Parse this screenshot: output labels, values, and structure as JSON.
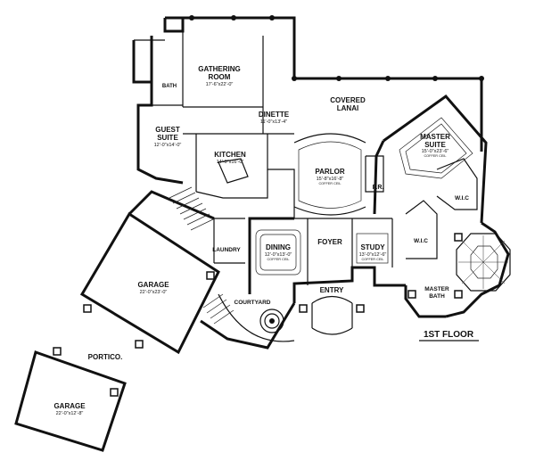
{
  "floor_label": "1ST FLOOR",
  "rooms": {
    "gathering": {
      "name_line1": "GATHERING",
      "name_line2": "ROOM",
      "dims": "17'-6\"x22'-0\""
    },
    "bath": {
      "name": "BATH"
    },
    "guest_suite": {
      "name_line1": "GUEST",
      "name_line2": "SUITE",
      "dims": "12'-0\"x14'-0\""
    },
    "dinette": {
      "name": "DINETTE",
      "dims": "11'-0\"x13'-4\""
    },
    "covered_lanai": {
      "name_line1": "COVERED",
      "name_line2": "LANAI"
    },
    "master_suite": {
      "name_line1": "MASTER",
      "name_line2": "SUITE",
      "dims": "15'-0\"x23'-6\"",
      "note": "COFFER CEIL"
    },
    "kitchen": {
      "name": "KITCHEN",
      "dims": "14'-0\"x16'-0\""
    },
    "parlor": {
      "name": "PARLOR",
      "dims": "15'-8\"x16'-8\"",
      "note": "COFFER CEIL"
    },
    "powder": {
      "name": "P.R."
    },
    "wic_upper": {
      "name": "W.I.C"
    },
    "laundry": {
      "name": "LAUNDRY"
    },
    "dining": {
      "name": "DINING",
      "dims": "12'-0\"x13'-0\"",
      "note": "COFFER CEIL"
    },
    "foyer": {
      "name": "FOYER"
    },
    "study": {
      "name": "STUDY",
      "dims": "13'-0\"x12'-6\"",
      "note": "COFFER CEIL"
    },
    "wic_lower": {
      "name": "W.I.C"
    },
    "garage_main": {
      "name": "GARAGE",
      "dims": "22'-0\"x23'-0\""
    },
    "courtyard": {
      "name": "COURTYARD"
    },
    "entry": {
      "name": "ENTRY"
    },
    "master_bath": {
      "name_line1": "MASTER",
      "name_line2": "BATH"
    },
    "portico": {
      "name": "PORTICO."
    },
    "garage_small": {
      "name": "GARAGE",
      "dims": "22'-0\"x12'-8\""
    }
  },
  "icons": {
    "fountain": "fountain-icon",
    "column": "column-icon"
  }
}
